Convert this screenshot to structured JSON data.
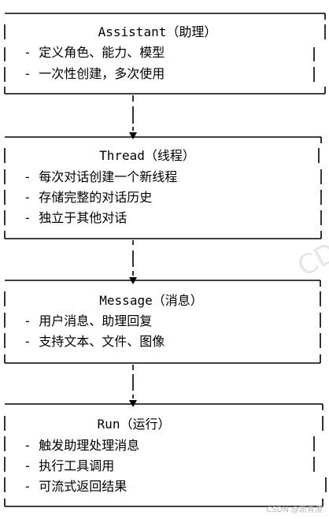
{
  "boxes": [
    {
      "title": "Assistant（助理）",
      "items": [
        "- 定义角色、能力、模型",
        "- 一次性创建，多次使用"
      ]
    },
    {
      "title": "Thread（线程）",
      "items": [
        "- 每次对话创建一个新线程",
        "- 存储完整的对话历史",
        "- 独立于其他对话"
      ]
    },
    {
      "title": "Message（消息）",
      "items": [
        "- 用户消息、助理回复",
        "- 支持文本、文件、图像"
      ]
    },
    {
      "title": "Run（运行）",
      "items": [
        "- 触发助理处理消息",
        "- 执行工具调用",
        "- 可流式返回结果"
      ]
    }
  ],
  "watermark": "CD",
  "credit": "CSDN @凯青渣"
}
